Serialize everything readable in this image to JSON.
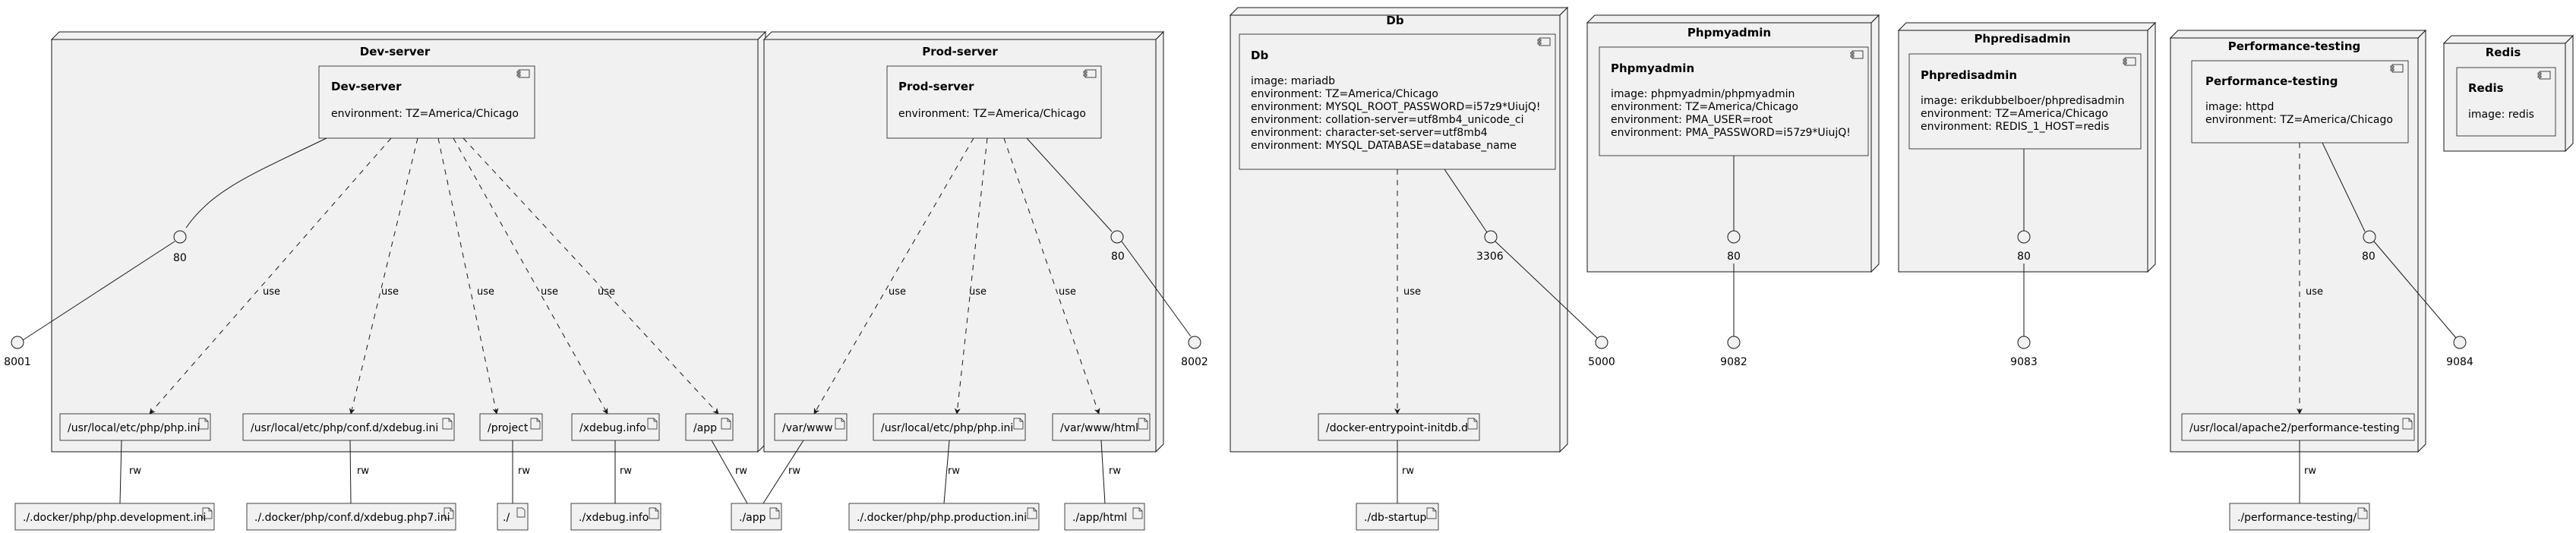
{
  "nodes": {
    "dev": {
      "title": "Dev-server",
      "component": {
        "name": "Dev-server",
        "lines": [
          "environment: TZ=America/Chicago"
        ]
      },
      "port": "80",
      "host_port": "8001",
      "mounts": [
        {
          "target": "/usr/local/etc/php/php.ini",
          "source": "./.docker/php/php.development.ini",
          "use_label": "use",
          "rw_label": "rw"
        },
        {
          "target": "/usr/local/etc/php/conf.d/xdebug.ini",
          "source": "./.docker/php/conf.d/xdebug.php7.ini",
          "use_label": "use",
          "rw_label": "rw"
        },
        {
          "target": "/project",
          "source": "./",
          "use_label": "use",
          "rw_label": "rw"
        },
        {
          "target": "/xdebug.info",
          "source": "./xdebug.info",
          "use_label": "use",
          "rw_label": "rw"
        },
        {
          "target": "/app",
          "source": "./app",
          "use_label": "use",
          "rw_label": "rw"
        }
      ]
    },
    "prod": {
      "title": "Prod-server",
      "component": {
        "name": "Prod-server",
        "lines": [
          "environment: TZ=America/Chicago"
        ]
      },
      "port": "80",
      "host_port": "8002",
      "mounts": [
        {
          "target": "/var/www",
          "use_label": "use",
          "rw_label": "rw"
        },
        {
          "target": "/usr/local/etc/php/php.ini",
          "source": "./.docker/php/php.production.ini",
          "use_label": "use",
          "rw_label": "rw"
        },
        {
          "target": "/var/www/html",
          "source": "./app/html",
          "use_label": "use",
          "rw_label": "rw"
        }
      ]
    },
    "db": {
      "title": "Db",
      "component": {
        "name": "Db",
        "lines": [
          "image: mariadb",
          "environment: TZ=America/Chicago",
          "environment: MYSQL_ROOT_PASSWORD=i57z9*UiujQ!",
          "environment: collation-server=utf8mb4_unicode_ci",
          "environment: character-set-server=utf8mb4",
          "environment: MYSQL_DATABASE=database_name"
        ]
      },
      "port": "3306",
      "host_port": "5000",
      "mount": {
        "target": "/docker-entrypoint-initdb.d",
        "source": "./db-startup",
        "use_label": "use",
        "rw_label": "rw"
      }
    },
    "phpmyadmin": {
      "title": "Phpmyadmin",
      "component": {
        "name": "Phpmyadmin",
        "lines": [
          "image: phpmyadmin/phpmyadmin",
          "environment: TZ=America/Chicago",
          "environment: PMA_USER=root",
          "environment: PMA_PASSWORD=i57z9*UiujQ!"
        ]
      },
      "port": "80",
      "host_port": "9082"
    },
    "phpredisadmin": {
      "title": "Phpredisadmin",
      "component": {
        "name": "Phpredisadmin",
        "lines": [
          "image: erikdubbelboer/phpredisadmin",
          "environment: TZ=America/Chicago",
          "environment: REDIS_1_HOST=redis"
        ]
      },
      "port": "80",
      "host_port": "9083"
    },
    "perf": {
      "title": "Performance-testing",
      "component": {
        "name": "Performance-testing",
        "lines": [
          "image: httpd",
          "environment: TZ=America/Chicago"
        ]
      },
      "port": "80",
      "host_port": "9084",
      "mount": {
        "target": "/usr/local/apache2/performance-testing",
        "source": "./performance-testing/",
        "use_label": "use",
        "rw_label": "rw"
      }
    },
    "redis": {
      "title": "Redis",
      "component": {
        "name": "Redis",
        "lines": [
          "image: redis"
        ]
      }
    }
  },
  "colors": {
    "fill": "#f1f1f1",
    "stroke": "#181818",
    "background": "#ffffff"
  }
}
